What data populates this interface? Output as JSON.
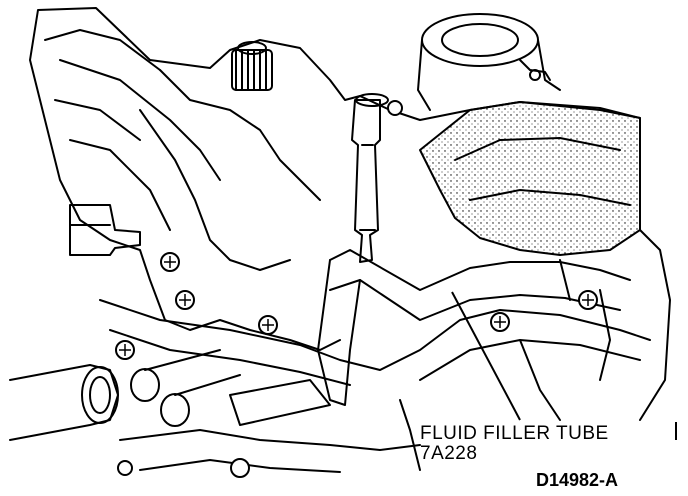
{
  "callout": {
    "name": "FLUID FILLER TUBE",
    "part_number": "7A228"
  },
  "figure_id": "D14982-A",
  "colors": {
    "ink": "#000000",
    "paper": "#ffffff",
    "shade": "#d8d8d8"
  }
}
